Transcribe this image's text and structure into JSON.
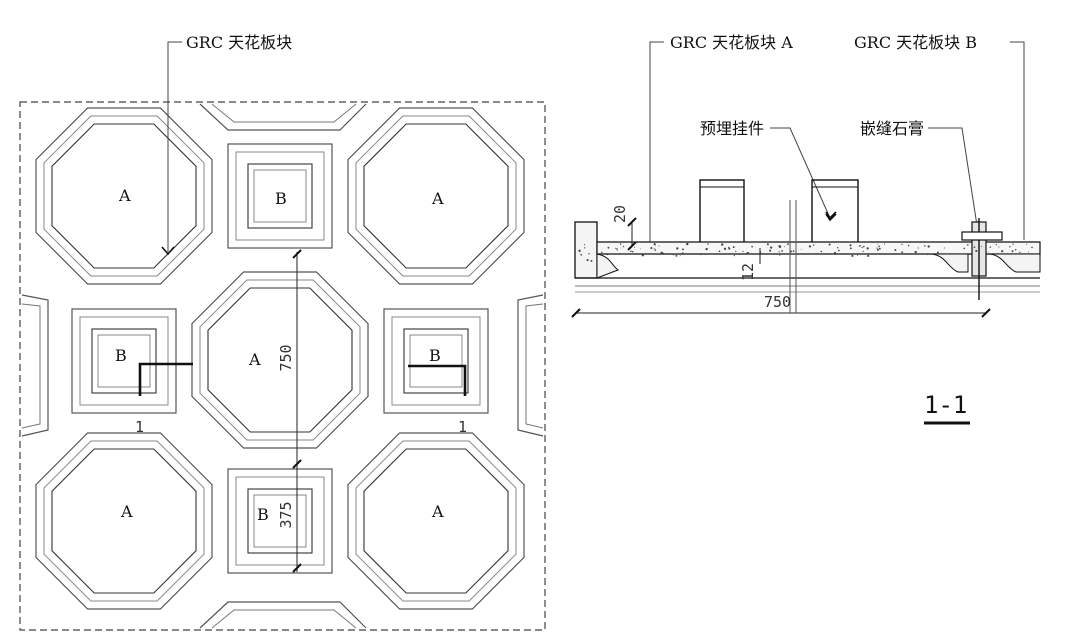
{
  "plan": {
    "label_panel": "GRC 天花板块",
    "panel_a": "A",
    "panel_b": "B",
    "dim_750": "750",
    "dim_375": "375",
    "section_mark": "1"
  },
  "section": {
    "label_panel_a": "GRC 天花板块 A",
    "label_panel_b": "GRC 天花板块 B",
    "label_hanger": "预埋挂件",
    "label_gypsum": "嵌缝石膏",
    "dim_20": "20",
    "dim_12": "12",
    "dim_750": "750",
    "title": "1-1"
  }
}
